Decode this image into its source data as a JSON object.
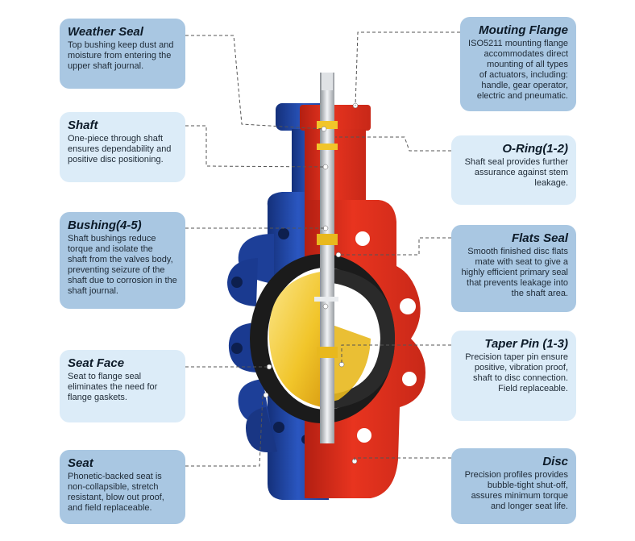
{
  "callouts": {
    "weather_seal": {
      "title": "Weather  Seal",
      "lines": [
        "Top bushing keep dust and",
        "moisture from entering the",
        "upper shaft journal."
      ]
    },
    "shaft": {
      "title": "Shaft",
      "lines": [
        "One-piece through shaft",
        "ensures dependability and",
        "positive disc positioning."
      ]
    },
    "bushing": {
      "title": "Bushing(4-5)",
      "lines": [
        "Shaft bushings reduce",
        "torque and isolate the",
        "shaft from the valves body,",
        "preventing seizure of the",
        "shaft due to corrosion in the",
        "shaft journal."
      ]
    },
    "seat_face": {
      "title": "Seat Face",
      "lines": [
        "Seat to flange seal",
        "eliminates the need for",
        "flange gaskets."
      ]
    },
    "seat": {
      "title": "Seat",
      "lines": [
        "Phonetic-backed seat is",
        "non-collapsible, stretch",
        "resistant, blow out proof,",
        "and field replaceable."
      ]
    },
    "mouting_flange": {
      "title": "Mouting Flange",
      "lines": [
        "ISO5211 mounting flange",
        "accommodates direct",
        "mounting of all types",
        "of actuators, including:",
        "handle, gear operator,",
        "electric and pneumatic."
      ]
    },
    "o_ring": {
      "title": "O-Ring(1-2)",
      "lines": [
        "Shaft seal provides further",
        "assurance against stem",
        "leakage."
      ]
    },
    "flats_seal": {
      "title": "Flats Seal",
      "lines": [
        "Smooth finished disc flats",
        "mate with seat to give a",
        "highly efficient primary seal",
        "that prevents leakage into",
        "the shaft area."
      ]
    },
    "taper_pin": {
      "title": "Taper Pin (1-3)",
      "lines": [
        "Precision taper pin ensure",
        "positive, vibration proof,",
        "shaft to disc connection.",
        "Field replaceable."
      ]
    },
    "disc": {
      "title": "Disc",
      "lines": [
        "Precision profiles provides",
        "bubble-tight shut-off,",
        "assures minimum torque",
        "and longer seat life."
      ]
    }
  },
  "colors": {
    "body_blue": "#2147a6",
    "body_blue_dark": "#14307a",
    "cut_red": "#e0301e",
    "cut_red_dark": "#b21f12",
    "seat_black": "#1b1b1b",
    "disc_yellow": "#f3cc2c",
    "shaft_silver": "#c8ccd0",
    "callout_dark": "#a9c7e2",
    "callout_light": "#dcecf8",
    "leader": "#555555"
  }
}
